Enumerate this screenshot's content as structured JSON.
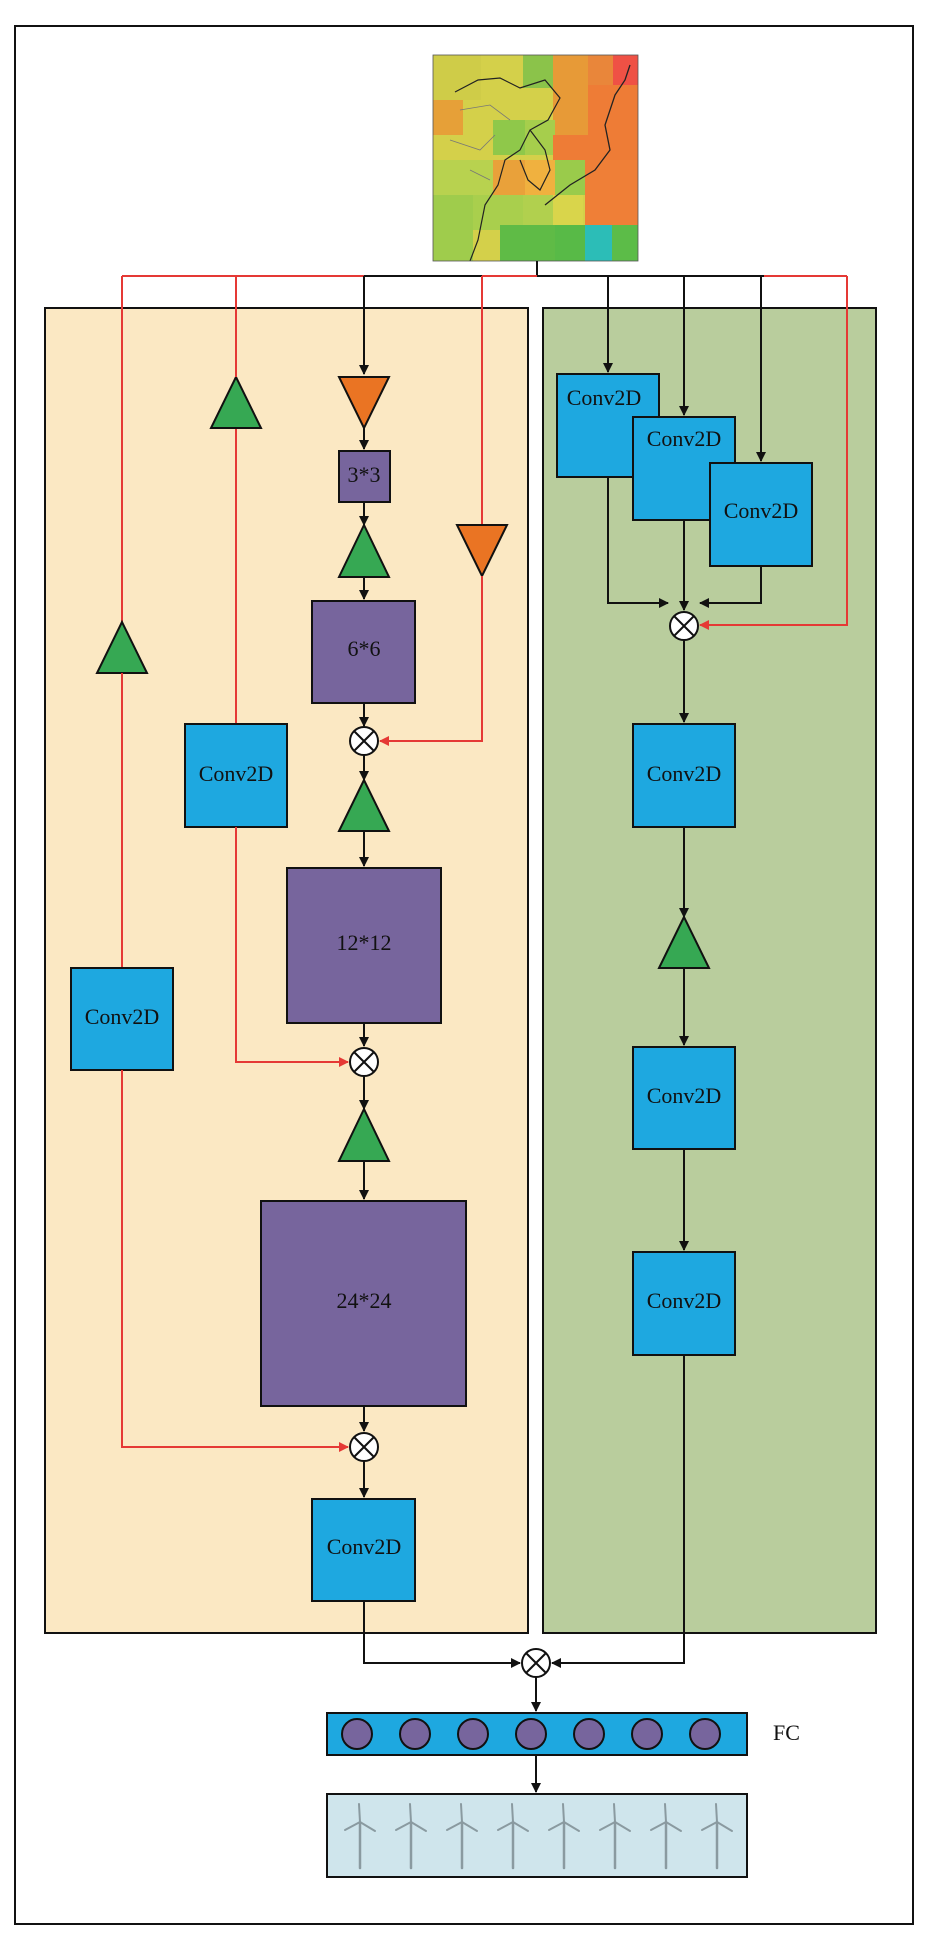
{
  "nodes": {
    "pool_3x3": "3*3",
    "pool_6x6": "6*6",
    "pool_12x12": "12*12",
    "pool_24x24": "24*24",
    "conv_left_a": "Conv2D",
    "conv_left_b": "Conv2D",
    "conv_left_out": "Conv2D",
    "conv_right_1": "Conv2D",
    "conv_right_2": "Conv2D",
    "conv_right_3": "Conv2D",
    "conv_right_4": "Conv2D",
    "conv_right_5": "Conv2D",
    "conv_right_6": "Conv2D"
  },
  "fc_label": "FC",
  "fc_neuron_count": 7,
  "turbine_count": 8,
  "colors": {
    "left_panel": "#fbe8c3",
    "right_panel": "#b9cd9d",
    "conv": "#1ea8e0",
    "pool": "#77659d",
    "upsample_triangle": "#36a853",
    "downsample_triangle": "#ea7423",
    "skip_arrow": "#e53935",
    "output_panel": "#cfe5ec"
  },
  "icons": {
    "input_map": "heatmap-map-icon",
    "multiply": "circled-times-icon",
    "turbine": "wind-turbine-icon"
  }
}
